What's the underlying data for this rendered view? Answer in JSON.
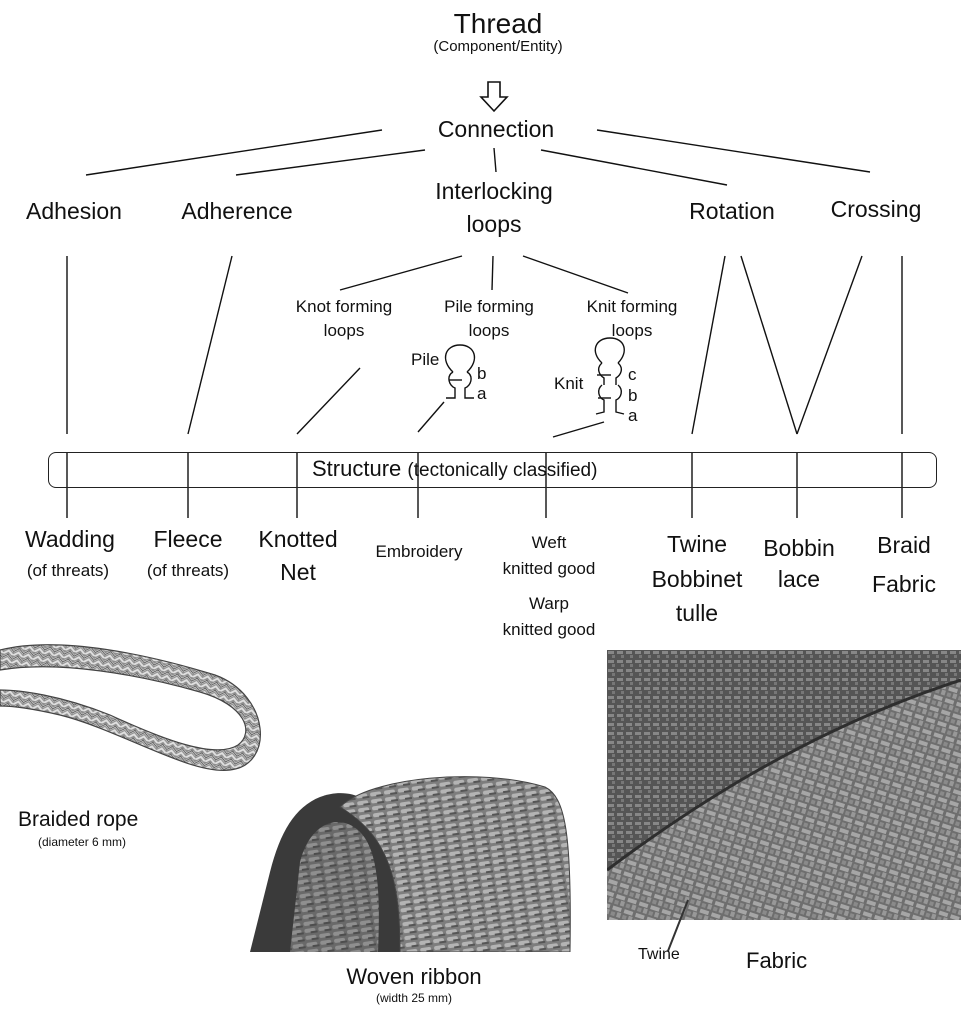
{
  "root": {
    "title": "Thread",
    "subtitle": "(Component/Entity)"
  },
  "connection": "Connection",
  "categories": {
    "adhesion": "Adhesion",
    "adherence": "Adherence",
    "interlocking_line1": "Interlocking",
    "interlocking_line2": "loops",
    "rotation": "Rotation",
    "crossing": "Crossing"
  },
  "loops": {
    "knot_line1": "Knot forming",
    "knot_line2": "loops",
    "pile_line1": "Pile forming",
    "pile_line2": "loops",
    "knit_line1": "Knit forming",
    "knit_line2": "loops"
  },
  "sketches": {
    "pile_label": "Pile",
    "pile_b": "b",
    "pile_a": "a",
    "knit_label": "Knit",
    "knit_c": "c",
    "knit_b": "b",
    "knit_a": "a"
  },
  "structure": {
    "label": "Structure",
    "qualifier": "(tectonically classified)"
  },
  "products": {
    "wadding": "Wadding",
    "wadding_sub": "(of threats)",
    "fleece": "Fleece",
    "fleece_sub": "(of threats)",
    "knotted": "Knotted",
    "net": "Net",
    "embroidery": "Embroidery",
    "weft_line1": "Weft",
    "weft_line2": "knitted good",
    "warp_line1": "Warp",
    "warp_line2": "knitted good",
    "twine": "Twine",
    "bobbinet": "Bobbinet",
    "tulle": "tulle",
    "bobbin": "Bobbin",
    "lace": "lace",
    "braid": "Braid",
    "fabric": "Fabric"
  },
  "photos": {
    "rope_title": "Braided rope",
    "rope_sub": "(diameter 6 mm)",
    "ribbon_title": "Woven ribbon",
    "ribbon_sub": "(width 25 mm)",
    "fabric_twine": "Twine",
    "fabric_title": "Fabric"
  }
}
